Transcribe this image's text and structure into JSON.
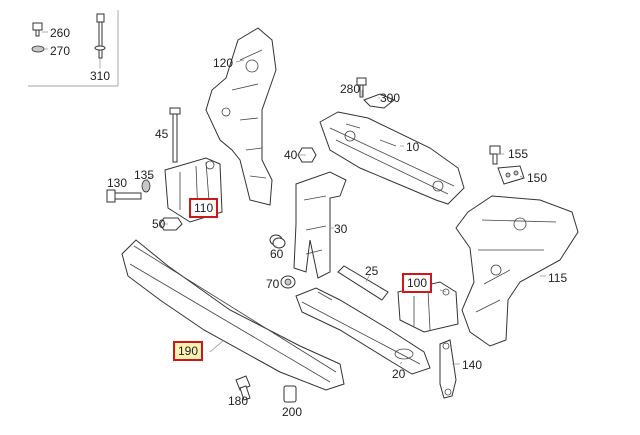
{
  "callouts": [
    {
      "id": "260",
      "text": "260"
    },
    {
      "id": "270",
      "text": "270"
    },
    {
      "id": "310",
      "text": "310"
    },
    {
      "id": "120",
      "text": "120"
    },
    {
      "id": "280",
      "text": "280"
    },
    {
      "id": "300",
      "text": "300"
    },
    {
      "id": "45",
      "text": "45"
    },
    {
      "id": "10",
      "text": "10"
    },
    {
      "id": "40",
      "text": "40"
    },
    {
      "id": "155",
      "text": "155"
    },
    {
      "id": "135",
      "text": "135"
    },
    {
      "id": "130",
      "text": "130"
    },
    {
      "id": "150",
      "text": "150"
    },
    {
      "id": "110",
      "text": "110"
    },
    {
      "id": "50",
      "text": "50"
    },
    {
      "id": "30",
      "text": "30"
    },
    {
      "id": "60",
      "text": "60"
    },
    {
      "id": "25",
      "text": "25"
    },
    {
      "id": "115",
      "text": "115"
    },
    {
      "id": "70",
      "text": "70"
    },
    {
      "id": "100",
      "text": "100"
    },
    {
      "id": "190",
      "text": "190"
    },
    {
      "id": "140",
      "text": "140"
    },
    {
      "id": "20",
      "text": "20"
    },
    {
      "id": "180",
      "text": "180"
    },
    {
      "id": "200",
      "text": "200"
    }
  ],
  "highlighted": [
    "110",
    "100",
    "190"
  ],
  "colors": {
    "highlight_border": "#d01616",
    "highlight_fill": "#fbf2b3",
    "line": "#333333"
  }
}
